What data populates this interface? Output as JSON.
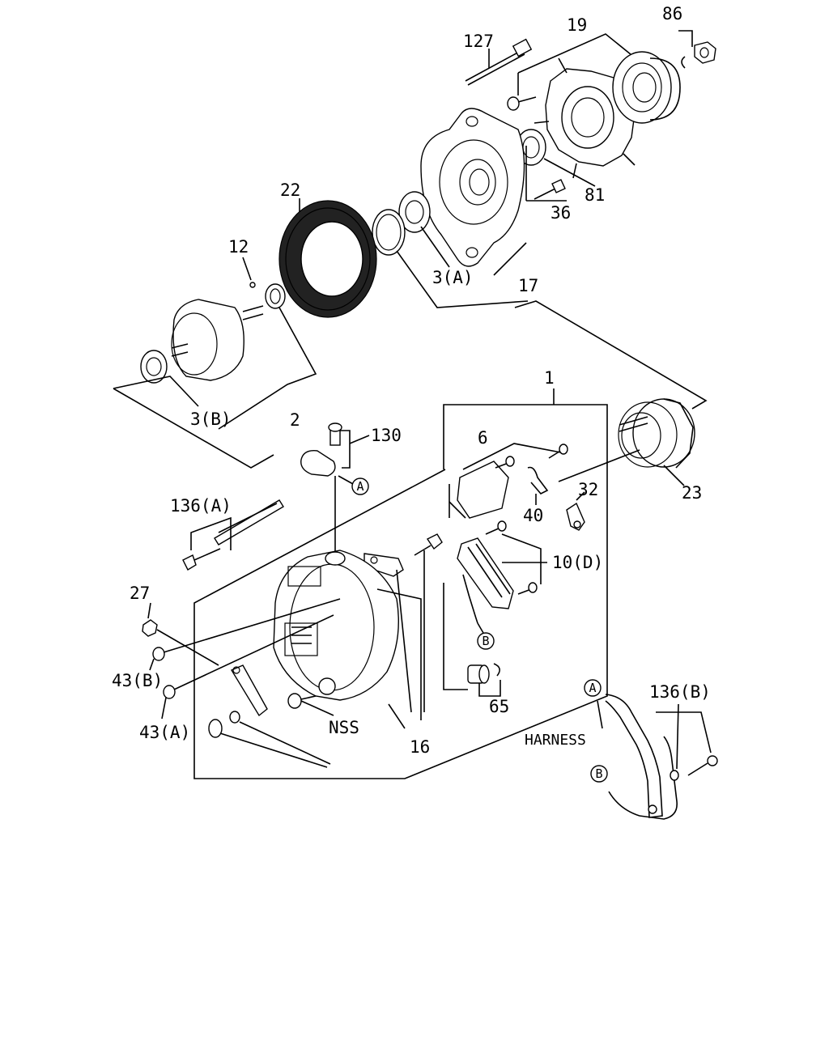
{
  "labels": {
    "p127": "127",
    "p19": "19",
    "p86": "86",
    "p22": "22",
    "p81": "81",
    "p36": "36",
    "p12": "12",
    "p3a": "3(A)",
    "p17": "17",
    "p3b": "3(B)",
    "p2": "2",
    "p1": "1",
    "p130": "130",
    "p6": "6",
    "p23": "23",
    "p136a": "136(A)",
    "p32": "32",
    "p40": "40",
    "p10d": "10(D)",
    "p27": "27",
    "p43b": "43(B)",
    "p43a": "43(A)",
    "pnss": "NSS",
    "p65": "65",
    "p16": "16",
    "p136b": "136(B)",
    "harness": "HARNESS"
  },
  "connectors": {
    "a": "A",
    "b": "B"
  }
}
